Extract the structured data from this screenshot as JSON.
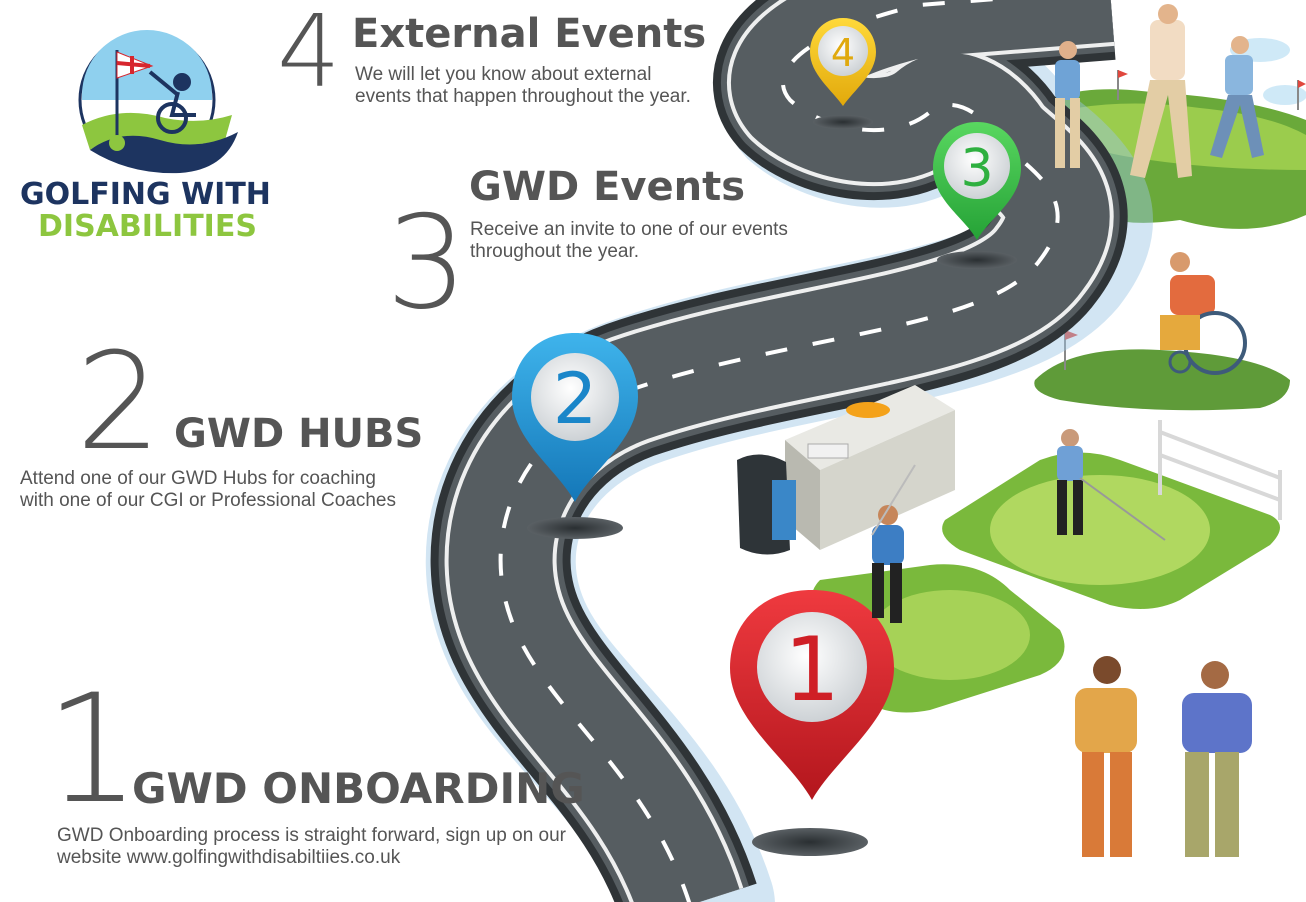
{
  "logo": {
    "line1": "GOLFING WITH",
    "line2": "DISABILITIES",
    "colors": {
      "navy": "#1d3460",
      "green": "#8dc63f",
      "sky": "#8fd0ee"
    }
  },
  "steps": [
    {
      "number": "1",
      "title": "GWD ONBOARDING",
      "desc_line1": "GWD Onboarding process is straight forward, sign up on our",
      "desc_line2": "website www.golfingwithdisabiltiies.co.uk",
      "pin_color": "#d7262e"
    },
    {
      "number": "2",
      "title": "GWD HUBS",
      "desc_line1": "Attend one of our GWD Hubs for coaching",
      "desc_line2": "with one of our CGI or Professional Coaches",
      "pin_color": "#1e9ad6"
    },
    {
      "number": "3",
      "title": "GWD Events",
      "desc_line1": "Receive an invite to one of our events",
      "desc_line2": "throughout the year.",
      "pin_color": "#3cbf4a"
    },
    {
      "number": "4",
      "title": "External Events",
      "desc_line1": "We will let you know about external",
      "desc_line2": "events that happen throughout the year.",
      "pin_color": "#f2c21b"
    }
  ],
  "pins": [
    {
      "label": "1",
      "icon": "map-pin-icon"
    },
    {
      "label": "2",
      "icon": "map-pin-icon"
    },
    {
      "label": "3",
      "icon": "map-pin-icon"
    },
    {
      "label": "4",
      "icon": "map-pin-icon"
    }
  ],
  "colors": {
    "road": "#50575b",
    "road_edge": "#2f3437",
    "grass": "#7fbf3f",
    "grass_light": "#a8d45a",
    "text": "#555555"
  }
}
